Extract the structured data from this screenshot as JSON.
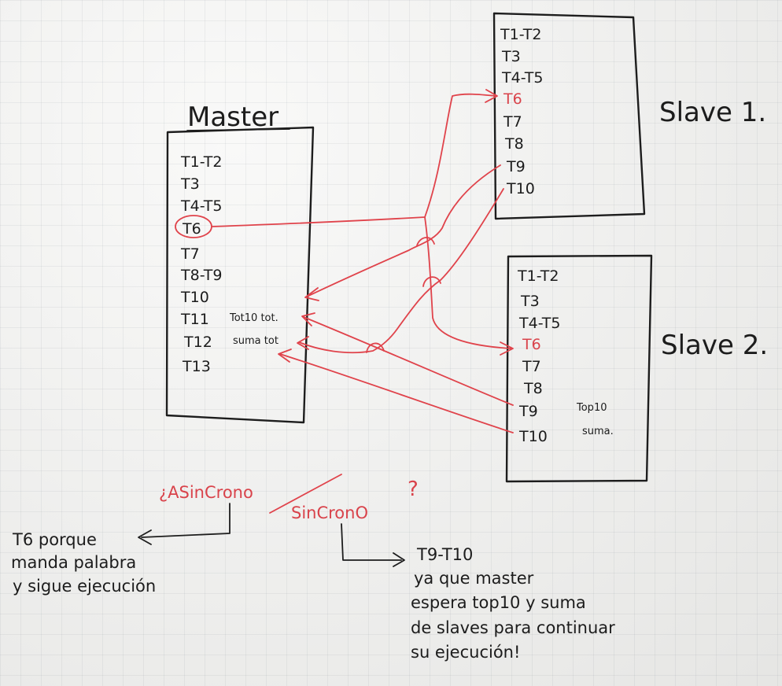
{
  "master": {
    "title": "Master",
    "tasks": [
      "T1-T2",
      "T3",
      "T4-T5",
      "T6",
      "T7",
      "T8-T9",
      "T10",
      "T11",
      "T12",
      "T13"
    ],
    "side_notes": [
      "Tot10 tot.",
      "suma tot"
    ]
  },
  "slave1": {
    "title": "Slave 1.",
    "tasks": [
      "T1-T2",
      "T3",
      "T4-T5",
      "T6",
      "T7",
      "T8",
      "T9",
      "T10"
    ]
  },
  "slave2": {
    "title": "Slave 2.",
    "tasks": [
      "T1-T2",
      "T3",
      "T4-T5",
      "T6",
      "T7",
      "T8",
      "T9",
      "T10"
    ],
    "side_notes": [
      "Top10",
      "suma."
    ]
  },
  "question": {
    "asincrono": "¿ASinCrono",
    "sincrono": "SinCronO",
    "mark": "?"
  },
  "answers": {
    "left": [
      "T6 porque",
      "manda palabra",
      "y sigue ejecución"
    ],
    "right": [
      "T9-T10",
      "ya que master",
      "espera top10 y suma",
      "de slaves para continuar",
      "su ejecución!"
    ]
  },
  "colors": {
    "ink": "#1c1c1c",
    "marker_red": "#e0434b"
  }
}
